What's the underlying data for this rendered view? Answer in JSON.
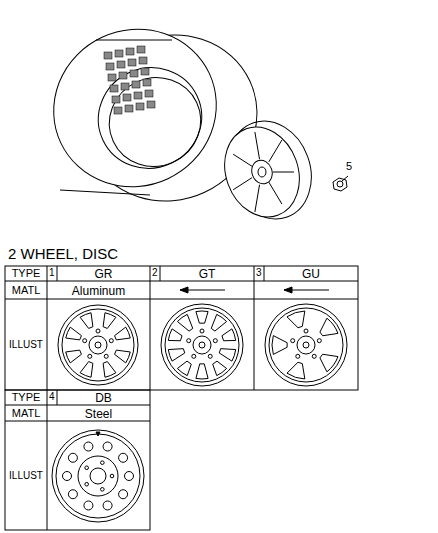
{
  "diagram": {
    "labels": [
      "5",
      "2 WHEEL, DISC",
      "TYPE",
      "1",
      "GR",
      "2",
      "GT",
      "3",
      "GU",
      "MATL",
      "Aluminum",
      "ILLUST",
      "TYPE",
      "4",
      "DB",
      "MATL",
      "Steel",
      "ILLUST"
    ]
  }
}
